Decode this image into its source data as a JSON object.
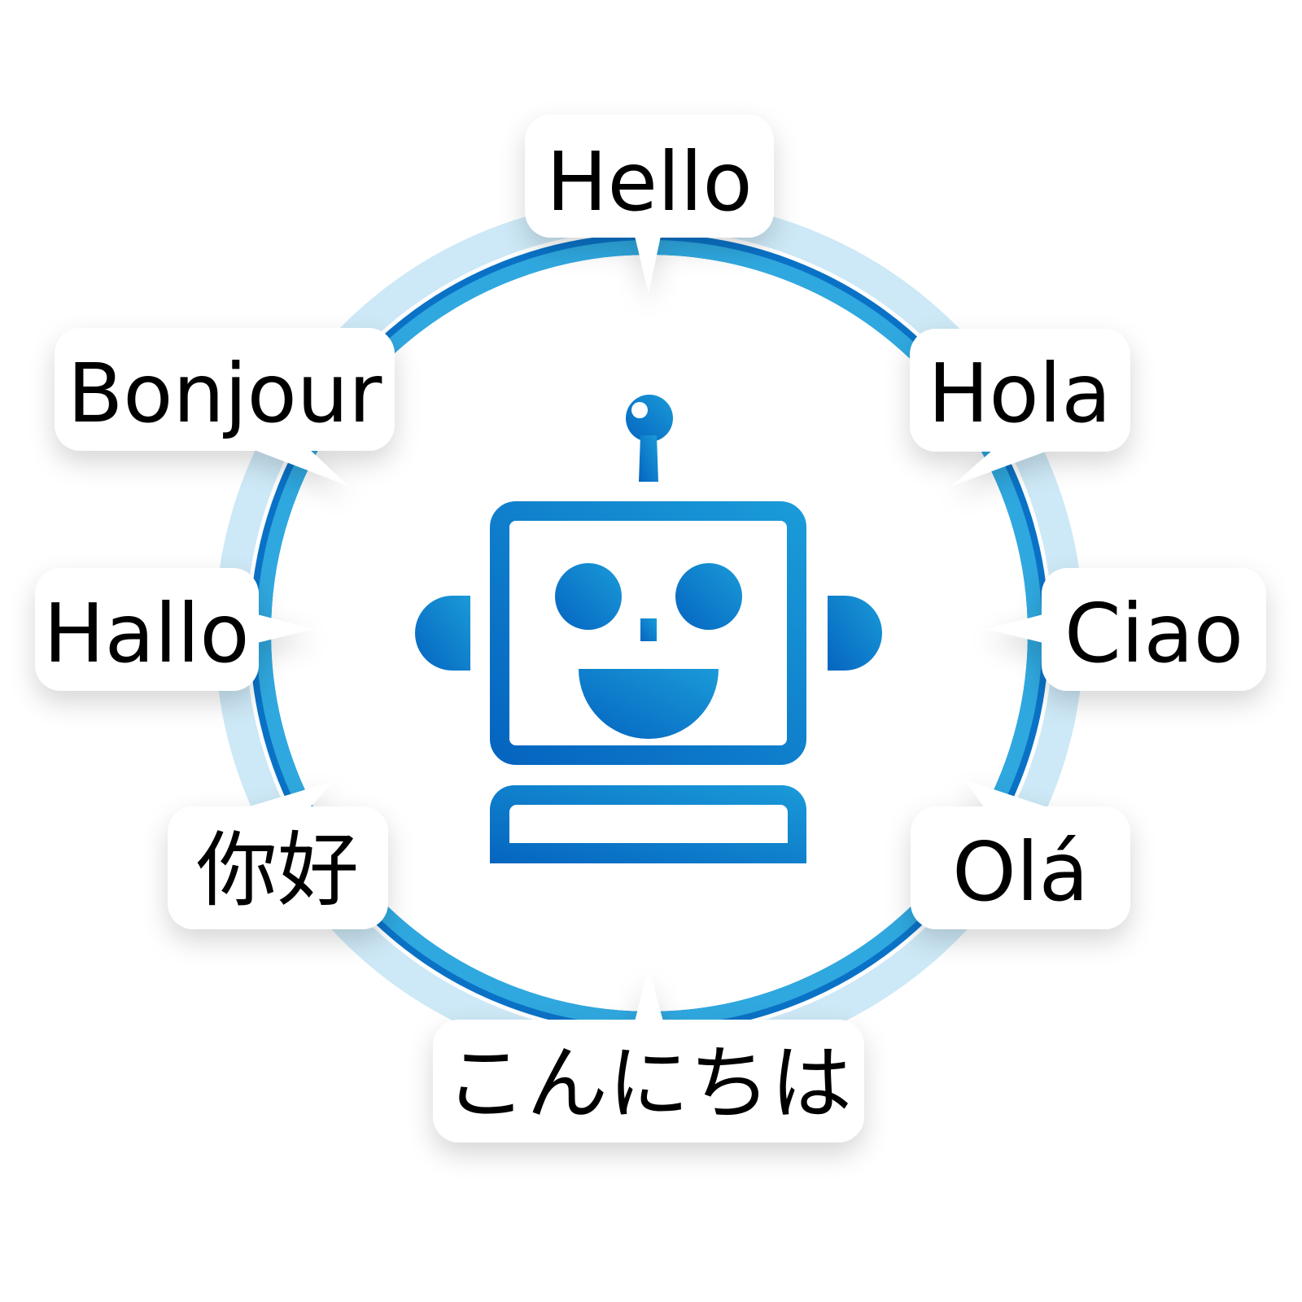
{
  "greetings": {
    "english": "Hello",
    "french": "Bonjour",
    "spanish": "Hola",
    "german": "Hallo",
    "italian": "Ciao",
    "chinese": "你好",
    "portuguese": "Olá",
    "japanese": "こんにちは"
  },
  "colors": {
    "ring_light": "#cde8f6",
    "ring_mid": "#2fa8df",
    "ring_dark": "#0a72c6",
    "robot_dark": "#0565c0",
    "robot_light": "#1a9ad8"
  },
  "icons": {
    "center": "robot-icon"
  }
}
